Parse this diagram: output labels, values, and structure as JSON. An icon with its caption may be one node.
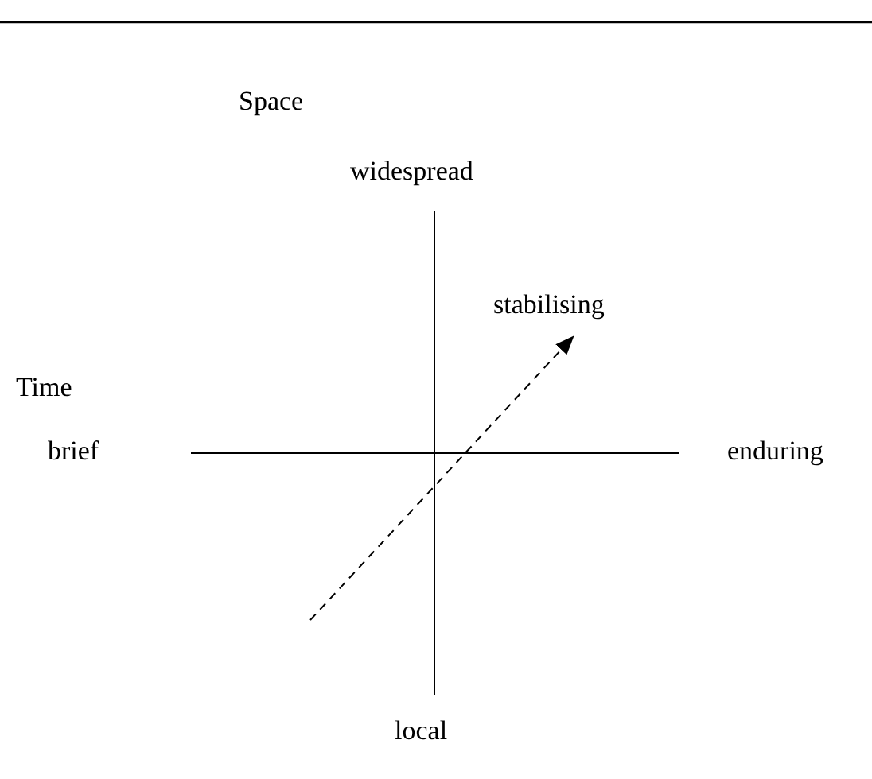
{
  "diagram": {
    "labels": [
      "Space",
      "widespread",
      "stabilising",
      "Time",
      "brief",
      "enduring",
      "local"
    ]
  }
}
